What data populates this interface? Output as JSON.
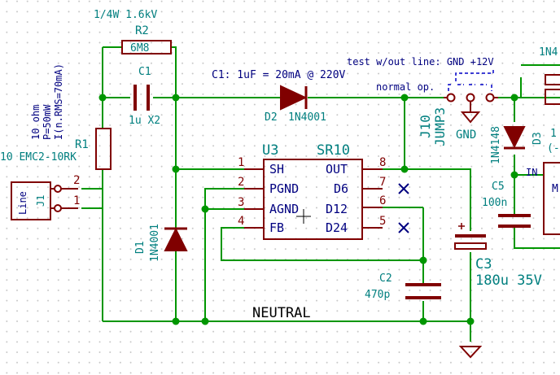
{
  "colors": {
    "wire": "#009600",
    "component": "#800000",
    "reference": "#007f7f",
    "pin_text": "#000080",
    "net_label": "#000000",
    "junction": "#009600",
    "ground": "#800000",
    "jumper_dash": "#0000c8"
  },
  "r2": {
    "rating": "1/4W 1.6kV",
    "ref": "R2",
    "value": "6M8"
  },
  "c1": {
    "ref": "C1",
    "value": "1u X2"
  },
  "c1_note": "C1: 1uF = 20mA @ 220V",
  "d2": {
    "ref": "D2",
    "value": "1N4001"
  },
  "r1": {
    "ref": "R1",
    "value": "10 EMC2-10RK",
    "note1": "10 ohm",
    "note2": "P=50mW",
    "note3": "I(n.RMS=70mA)"
  },
  "j1": {
    "ref": "J1",
    "label": "Line",
    "pin1": "1",
    "pin2": "2"
  },
  "d1": {
    "ref": "D1",
    "value": "1N4001"
  },
  "u3": {
    "ref": "U3",
    "value": "SR10",
    "pins": {
      "p1": {
        "num": "1",
        "name": "SH"
      },
      "p2": {
        "num": "2",
        "name": "PGND"
      },
      "p3": {
        "num": "3",
        "name": "AGND"
      },
      "p4": {
        "num": "4",
        "name": "FB"
      },
      "p8": {
        "num": "8",
        "name": "OUT"
      },
      "p7": {
        "num": "7",
        "name": "D6"
      },
      "p6": {
        "num": "6",
        "name": "D12"
      },
      "p5": {
        "num": "5",
        "name": "D24"
      }
    }
  },
  "j10": {
    "ref": "J10",
    "value": "JUMP3",
    "gnd_label": "GND",
    "note_test": "test w/out line: GND +12V",
    "note_normal": "normal op."
  },
  "d3": {
    "ref": "D3",
    "value": "1N4148"
  },
  "c5": {
    "ref": "C5",
    "value": "100n"
  },
  "c2": {
    "ref": "C2",
    "value": "470p"
  },
  "c3": {
    "ref": "C3",
    "value": "180u 35V"
  },
  "net_neutral": "NEUTRAL",
  "edge_labels": {
    "top_right": "1N4",
    "right_mid": "1",
    "right_paren": "(-",
    "in": "IN",
    "right_box": "M"
  }
}
